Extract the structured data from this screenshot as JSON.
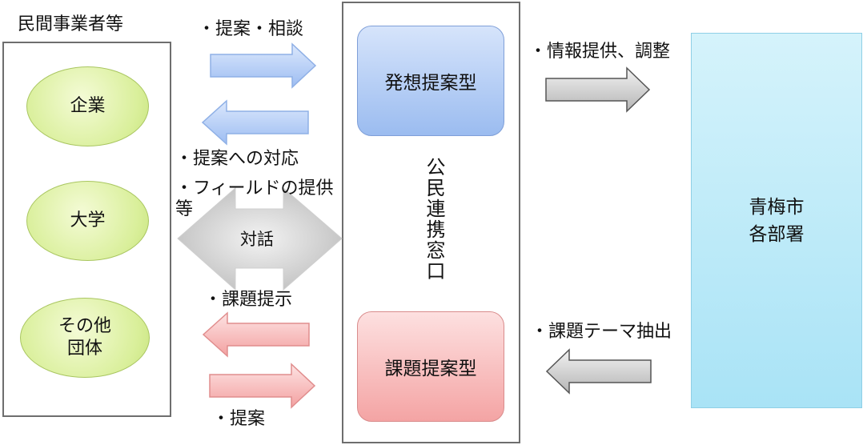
{
  "groups": {
    "private_title": "民間事業者等",
    "private_items": [
      "企業",
      "大学",
      "その他\n団体"
    ]
  },
  "center": {
    "window_label": "公民連携窓口",
    "idea_type": "発想提案型",
    "task_type": "課題提案型"
  },
  "city": {
    "label": "青梅市\n各部署"
  },
  "arrow_labels": {
    "propose_consult": "・提案・相談",
    "response": "・提案への対応",
    "field": "・フィールドの提供",
    "etc": "等",
    "dialogue": "対話",
    "task_present": "・課題提示",
    "propose": "・提案",
    "info": "・情報提供、調整",
    "theme": "・課題テーマ抽出"
  },
  "colors": {
    "blue_arrow": "#a9c4f4",
    "pink_arrow": "#f5aaaa",
    "gray_arrow": "#c9c9c9"
  }
}
